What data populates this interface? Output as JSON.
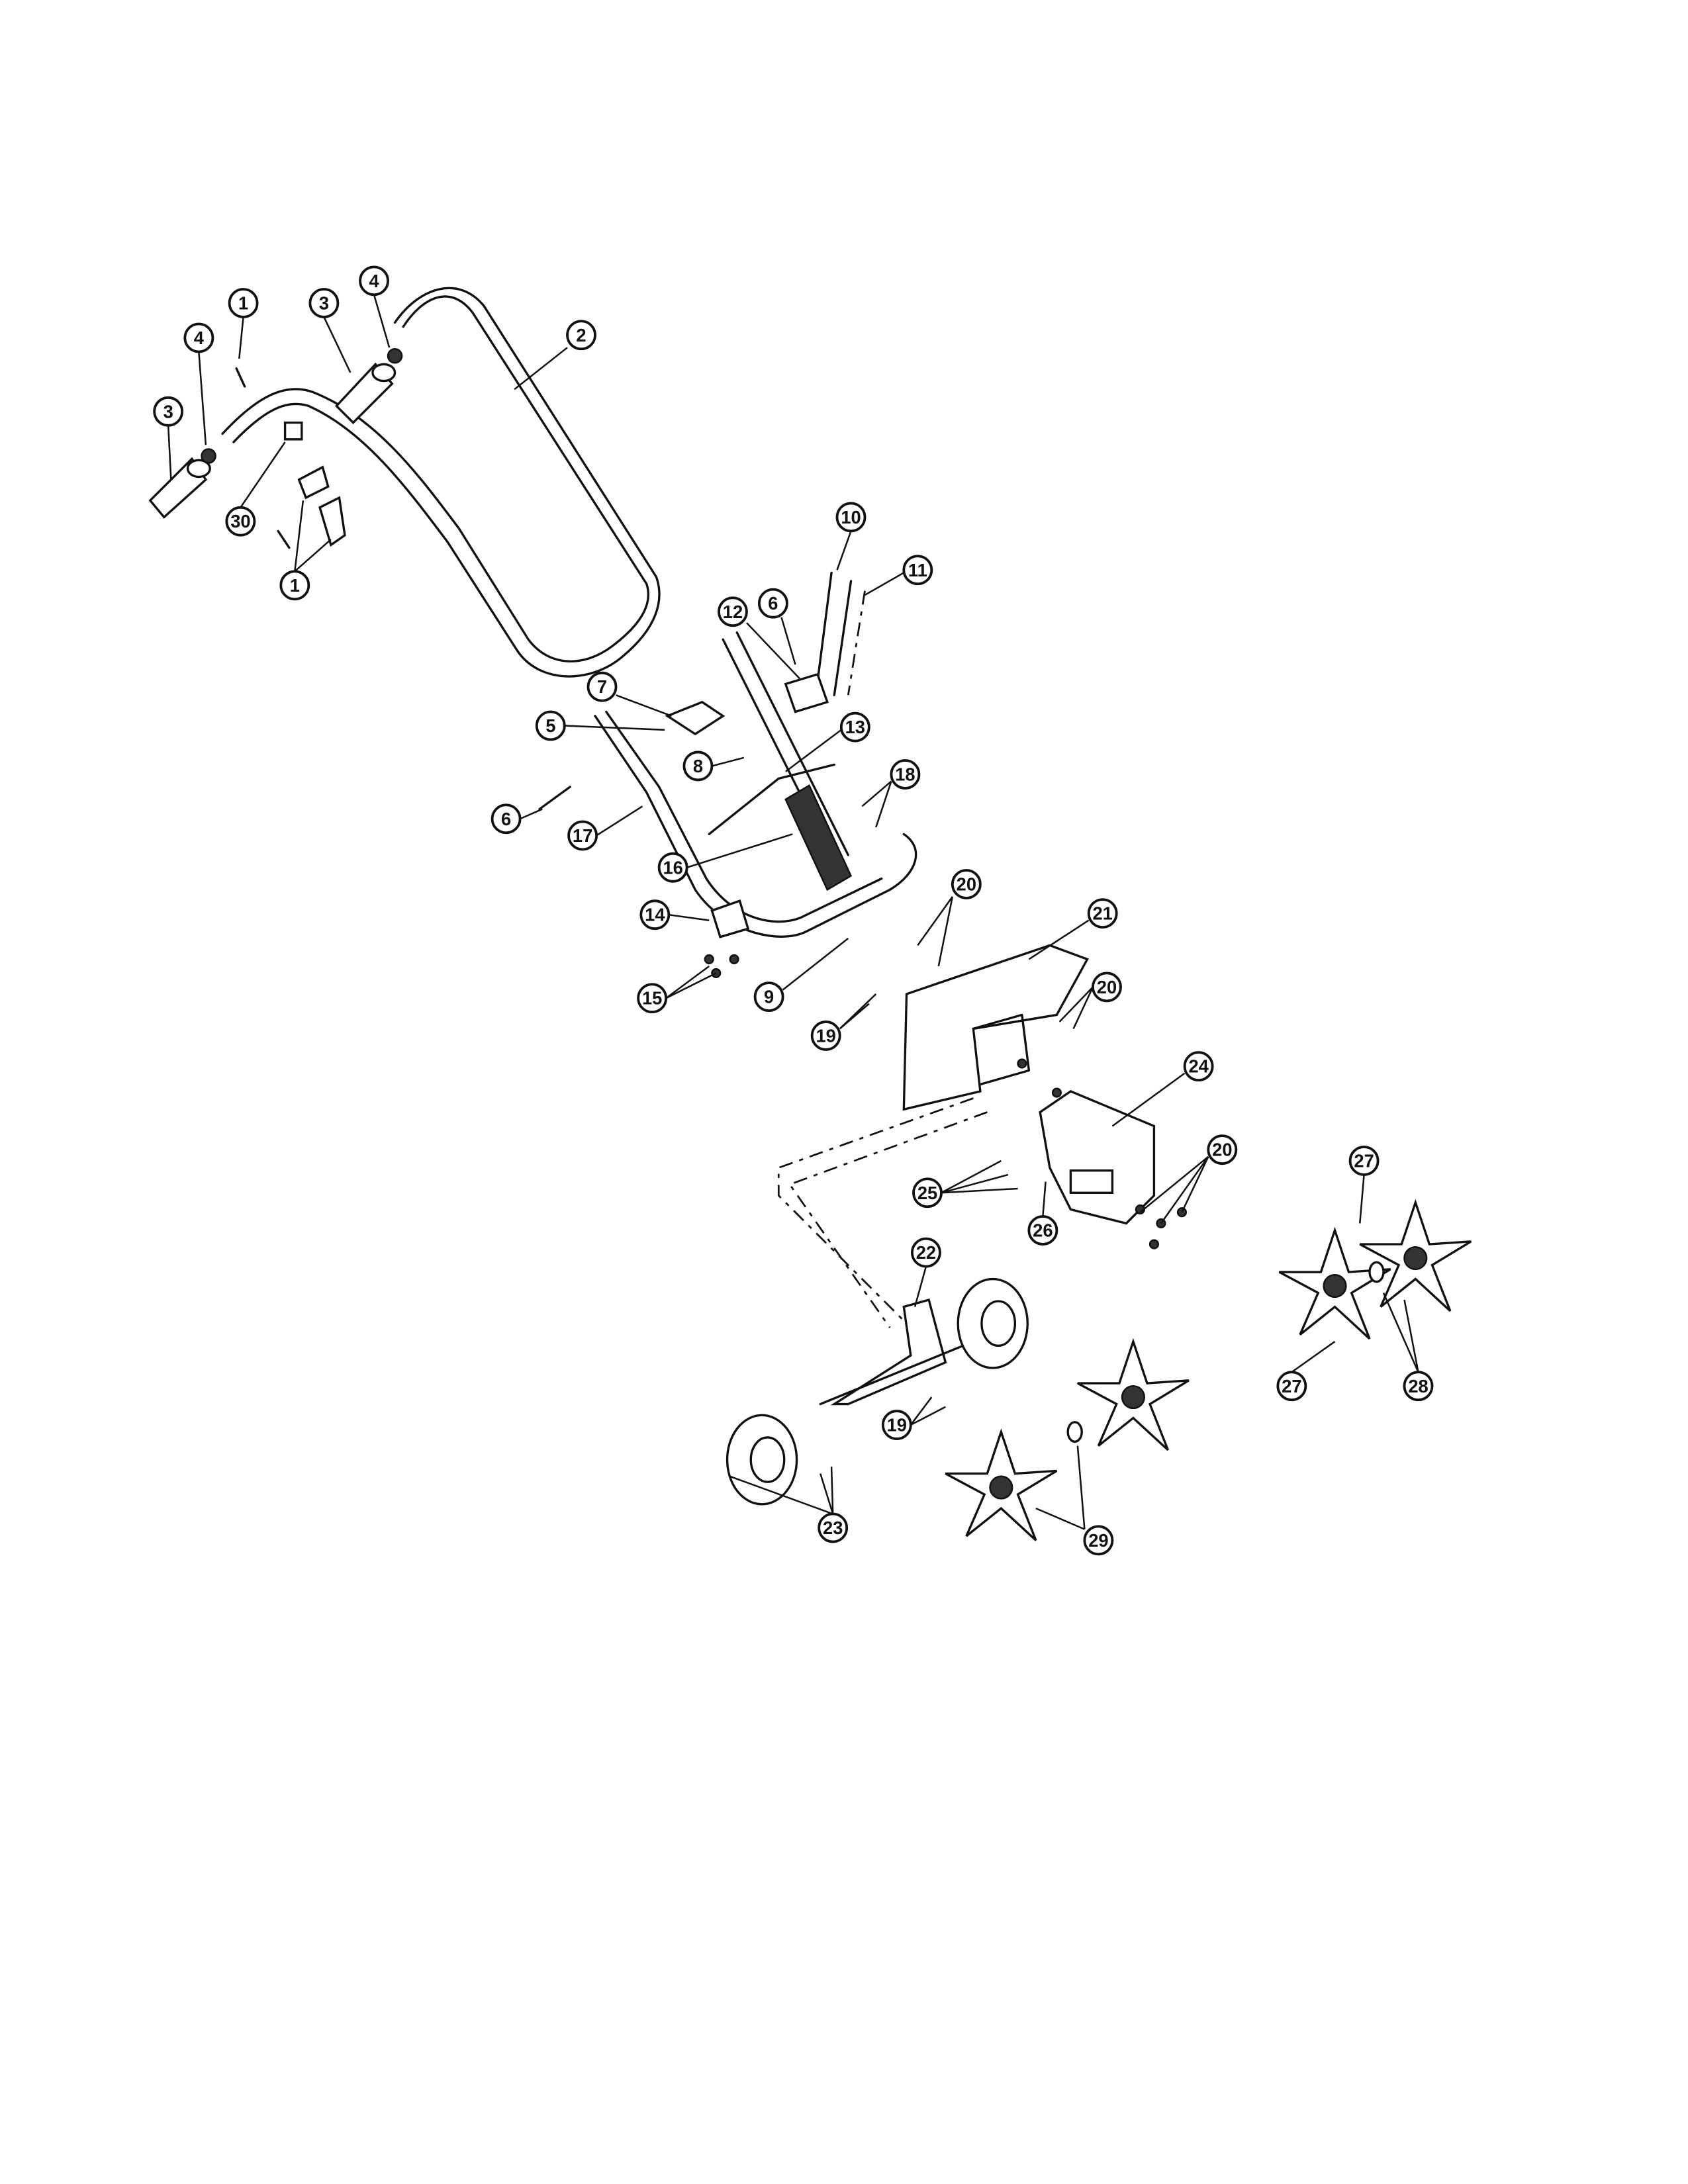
{
  "diagram": {
    "title": "Tiller exploded parts view",
    "callouts": [
      "1",
      "1",
      "4",
      "4",
      "3",
      "3",
      "2",
      "30",
      "10",
      "11",
      "12",
      "6",
      "6",
      "7",
      "5",
      "13",
      "8",
      "18",
      "17",
      "16",
      "20",
      "21",
      "14",
      "15",
      "9",
      "19",
      "20",
      "24",
      "20",
      "25",
      "26",
      "27",
      "27",
      "28",
      "22",
      "19",
      "23",
      "29"
    ]
  }
}
